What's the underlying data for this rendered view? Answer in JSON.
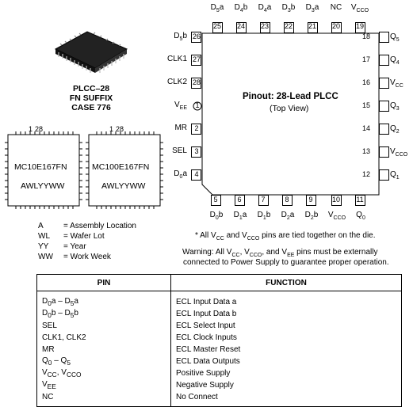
{
  "package": {
    "caption_line1": "PLCC–28",
    "caption_line2": "FN SUFFIX",
    "caption_line3": "CASE 776"
  },
  "marking": [
    {
      "pin1": "1",
      "pin28": "28",
      "part": "MC10E167FN",
      "code": "AWLYYWW"
    },
    {
      "pin1": "1",
      "pin28": "28",
      "part": "MC100E167FN",
      "code": "AWLYYWW"
    }
  ],
  "legend": [
    {
      "abbr": "A",
      "desc": "= Assembly Location"
    },
    {
      "abbr": "WL",
      "desc": "= Wafer Lot"
    },
    {
      "abbr": "YY",
      "desc": "= Year"
    },
    {
      "abbr": "WW",
      "desc": "= Work Week"
    }
  ],
  "pinout": {
    "title": "Pinout: 28-Lead PLCC",
    "subtitle": "(Top View)",
    "top": [
      {
        "num": "25",
        "label": "D5a"
      },
      {
        "num": "24",
        "label": "D4b"
      },
      {
        "num": "23",
        "label": "D4a"
      },
      {
        "num": "22",
        "label": "D3b"
      },
      {
        "num": "21",
        "label": "D3a"
      },
      {
        "num": "20",
        "label": "NC"
      },
      {
        "num": "19",
        "label": "VCCO"
      }
    ],
    "left": [
      {
        "num": "26",
        "label": "D5b"
      },
      {
        "num": "27",
        "label": "CLK1"
      },
      {
        "num": "28",
        "label": "CLK2"
      },
      {
        "num": "1",
        "label": "VEE"
      },
      {
        "num": "2",
        "label": "MR"
      },
      {
        "num": "3",
        "label": "SEL"
      },
      {
        "num": "4",
        "label": "D0a"
      }
    ],
    "right": [
      {
        "num": "18",
        "label": "Q5"
      },
      {
        "num": "17",
        "label": "Q4"
      },
      {
        "num": "16",
        "label": "VCC"
      },
      {
        "num": "15",
        "label": "Q3"
      },
      {
        "num": "14",
        "label": "Q2"
      },
      {
        "num": "13",
        "label": "VCCO"
      },
      {
        "num": "12",
        "label": "Q1"
      }
    ],
    "bottom": [
      {
        "num": "5",
        "label": "D0b"
      },
      {
        "num": "6",
        "label": "D1a"
      },
      {
        "num": "7",
        "label": "D1b"
      },
      {
        "num": "8",
        "label": "D2a"
      },
      {
        "num": "9",
        "label": "D2b"
      },
      {
        "num": "10",
        "label": "VCCO"
      },
      {
        "num": "11",
        "label": "Q0"
      }
    ]
  },
  "notes": {
    "tied": "* All VCC and VCCO pins are tied together on the die.",
    "warning_line1": "Warning: All VCC, VCCO, and VEE pins must be externally",
    "warning_line2": "connected to Power Supply to guarantee proper operation."
  },
  "table": {
    "headers": [
      "PIN",
      "FUNCTION"
    ],
    "rows": [
      [
        "D0a – D5a",
        "ECL Input Data a"
      ],
      [
        "D0b – D5b",
        "ECL Input Data b"
      ],
      [
        "SEL",
        "ECL Select Input"
      ],
      [
        "CLK1, CLK2",
        "ECL Clock Inputs"
      ],
      [
        "MR",
        "ECL Master Reset"
      ],
      [
        "Q0 – Q5",
        "ECL Data Outputs"
      ],
      [
        "VCC, VCCO",
        "Positive Supply"
      ],
      [
        "VEE",
        "Negative Supply"
      ],
      [
        "NC",
        "No Connect"
      ]
    ]
  }
}
